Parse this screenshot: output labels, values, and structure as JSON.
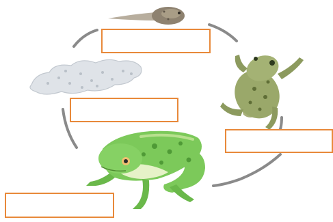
{
  "stages": [
    {
      "key": "tadpole",
      "label": ""
    },
    {
      "key": "eggs",
      "label": ""
    },
    {
      "key": "froglet",
      "label": ""
    },
    {
      "key": "frog",
      "label": ""
    }
  ],
  "colors": {
    "box_border": "#e8893a",
    "cycle_arrow": "#8a8a8a",
    "adult_frog": "#7cc95a",
    "froglet": "#9aa86a",
    "tadpole": "#8e8270",
    "eggs": "#d9dde2"
  }
}
